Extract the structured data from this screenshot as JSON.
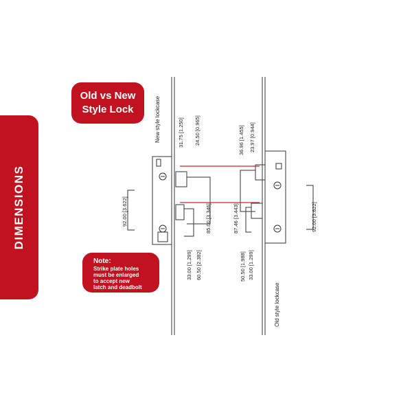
{
  "side_tab": {
    "label": "DIMENSIONS"
  },
  "badge_title": {
    "line1": "Old vs New",
    "line2": "Style Lock"
  },
  "note": {
    "heading": "Note:",
    "lines": [
      "Strike plate holes",
      "must be enlarged",
      "to accept new",
      "latch and deadbolt"
    ]
  },
  "captions": {
    "new_style": "New style lockcase",
    "old_style": "Old style lockcase"
  },
  "dimensions": {
    "new_latch_top": "31.75 [1.250]",
    "new_latch_bottom": "24.50 [0.965]",
    "new_overall_left": "92.00 [3.622]",
    "new_deadbolt_a": "33.00 [1.299]",
    "new_deadbolt_b": "60.50 [2.382]",
    "new_center": "85.00 [3.346]",
    "old_latch_top": "36.96 [1.455]",
    "old_latch_bottom": "23.97 [0.944]",
    "old_center": "87.46 [3.443]",
    "old_deadbolt_a": "50.50 [1.988]",
    "old_deadbolt_b": "33.00 [1.299]",
    "old_overall_right": "92.00 [3.622]"
  },
  "colors": {
    "accent": "#c1121f",
    "guide_line": "#d6202e"
  }
}
